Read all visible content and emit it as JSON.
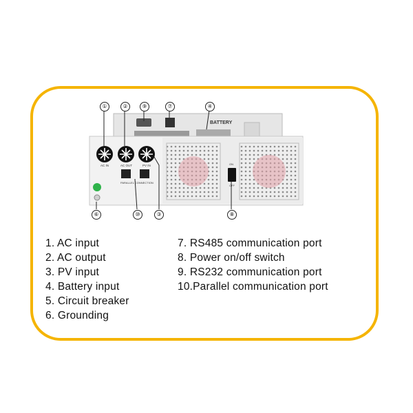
{
  "callouts": [
    {
      "id": "c1",
      "num": "①"
    },
    {
      "id": "c2",
      "num": "②"
    },
    {
      "id": "c9",
      "num": "⑨"
    },
    {
      "id": "c7",
      "num": "⑦"
    },
    {
      "id": "c4",
      "num": "④"
    },
    {
      "id": "c6",
      "num": "⑥"
    },
    {
      "id": "c10",
      "num": "⑩"
    },
    {
      "id": "c3",
      "num": "③"
    },
    {
      "id": "c8",
      "num": "⑧"
    }
  ],
  "device": {
    "battery_label": "BATTERY",
    "ac_in_label": "AC IN",
    "ac_out_label": "AC OUT",
    "pv_in_label": "PV IN",
    "parallel_label": "PARALLEL CONNECTION",
    "switch_on": "ON",
    "switch_off": "OFF"
  },
  "legend_left": [
    "1. AC input",
    "2. AC output",
    "3. PV input",
    "4. Battery input",
    "5. Circuit breaker",
    "6. Grounding"
  ],
  "legend_right": [
    "7. RS485 communication port",
    "8. Power on/off switch",
    "9. RS232 communication port",
    "10.Parallel communication port"
  ],
  "colors": {
    "frame": "#f5b400",
    "panel": "#f2f2f2",
    "connector": "#111111",
    "ground": "#2fb34a"
  }
}
